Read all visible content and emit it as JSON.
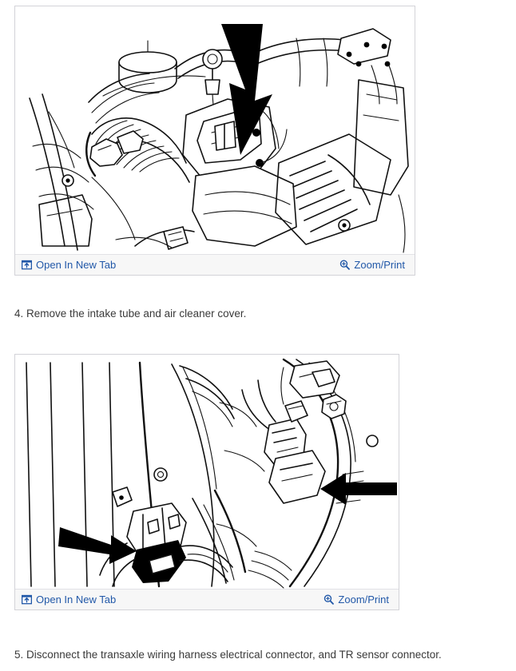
{
  "figures": [
    {
      "id": "figure-1",
      "alt_description": "Engine bay line drawing showing intake tube and air cleaner cover with arrow indicator",
      "toolbar": {
        "open_new_tab_label": "Open In New Tab",
        "open_new_tab_icon": "open-in-new-tab-icon",
        "zoom_print_label": "Zoom/Print",
        "zoom_print_icon": "magnifier-plus-icon"
      }
    },
    {
      "id": "figure-2",
      "alt_description": "Transaxle line drawing showing wiring harness electrical connector and TR sensor connector with two arrow indicators",
      "toolbar": {
        "open_new_tab_label": "Open In New Tab",
        "open_new_tab_icon": "open-in-new-tab-icon",
        "zoom_print_label": "Zoom/Print",
        "zoom_print_icon": "magnifier-plus-icon"
      }
    }
  ],
  "steps": [
    {
      "id": "step-4",
      "text": "4. Remove the intake tube and air cleaner cover."
    },
    {
      "id": "step-5",
      "text": "5. Disconnect the transaxle wiring harness electrical connector, and TR sensor connector."
    }
  ],
  "colors": {
    "link": "#2158a8",
    "body_text": "#3a3a3a",
    "border": "#d3d3d8",
    "toolbar_bg": "#f7f7f7",
    "diagram_line": "#111111"
  }
}
